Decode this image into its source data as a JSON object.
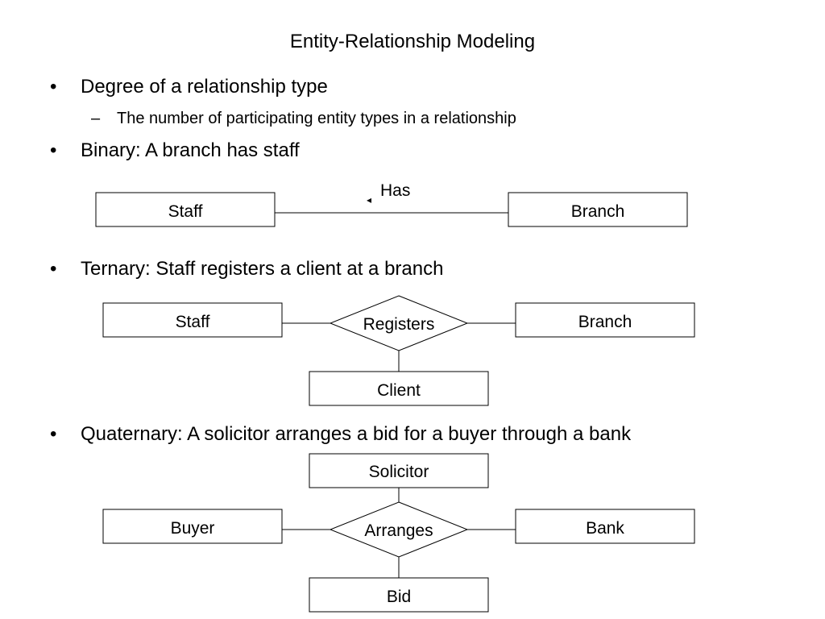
{
  "slide": {
    "title": "Entity-Relationship Modeling",
    "bullets": [
      {
        "marker": "•",
        "text": "Degree of a relationship type"
      },
      {
        "marker": "•",
        "text": "Binary: A branch has staff"
      },
      {
        "marker": "•",
        "text": "Ternary: Staff registers a client at a branch"
      },
      {
        "marker": "•",
        "text": "Quaternary: A solicitor arranges a bid for a buyer through a bank"
      }
    ],
    "sub_bullet": {
      "marker": "–",
      "text": "The number of participating entity types in a relationship"
    }
  },
  "binary": {
    "entity_left": "Staff",
    "entity_right": "Branch",
    "relationship": "Has",
    "direction_marker": "◂"
  },
  "ternary": {
    "entity_left": "Staff",
    "entity_right": "Branch",
    "entity_bottom": "Client",
    "relationship": "Registers"
  },
  "quaternary": {
    "entity_top": "Solicitor",
    "entity_left": "Buyer",
    "entity_right": "Bank",
    "entity_bottom": "Bid",
    "relationship": "Arranges"
  }
}
